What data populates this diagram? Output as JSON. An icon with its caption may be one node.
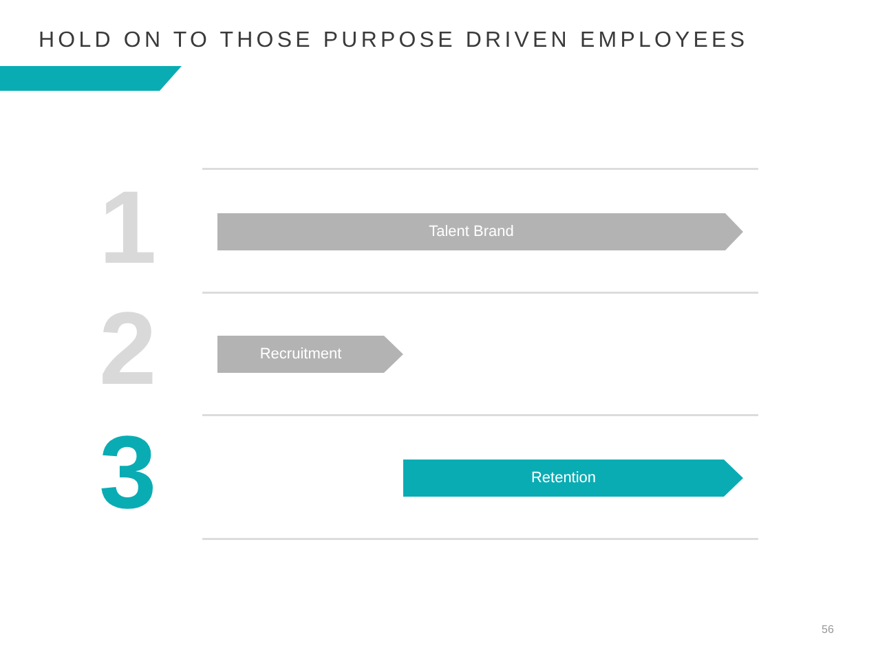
{
  "diagram": {
    "title": "HOLD ON TO THOSE PURPOSE DRIVEN EMPLOYEES",
    "nodes": [
      {
        "text": [
          "Talent Brand"
        ]
      },
      {
        "text": [
          "Recruitment"
        ]
      },
      {
        "text": [
          "Retention"
        ]
      }
    ],
    "labels": [
      "1",
      "2",
      "3",
      "56"
    ]
  }
}
